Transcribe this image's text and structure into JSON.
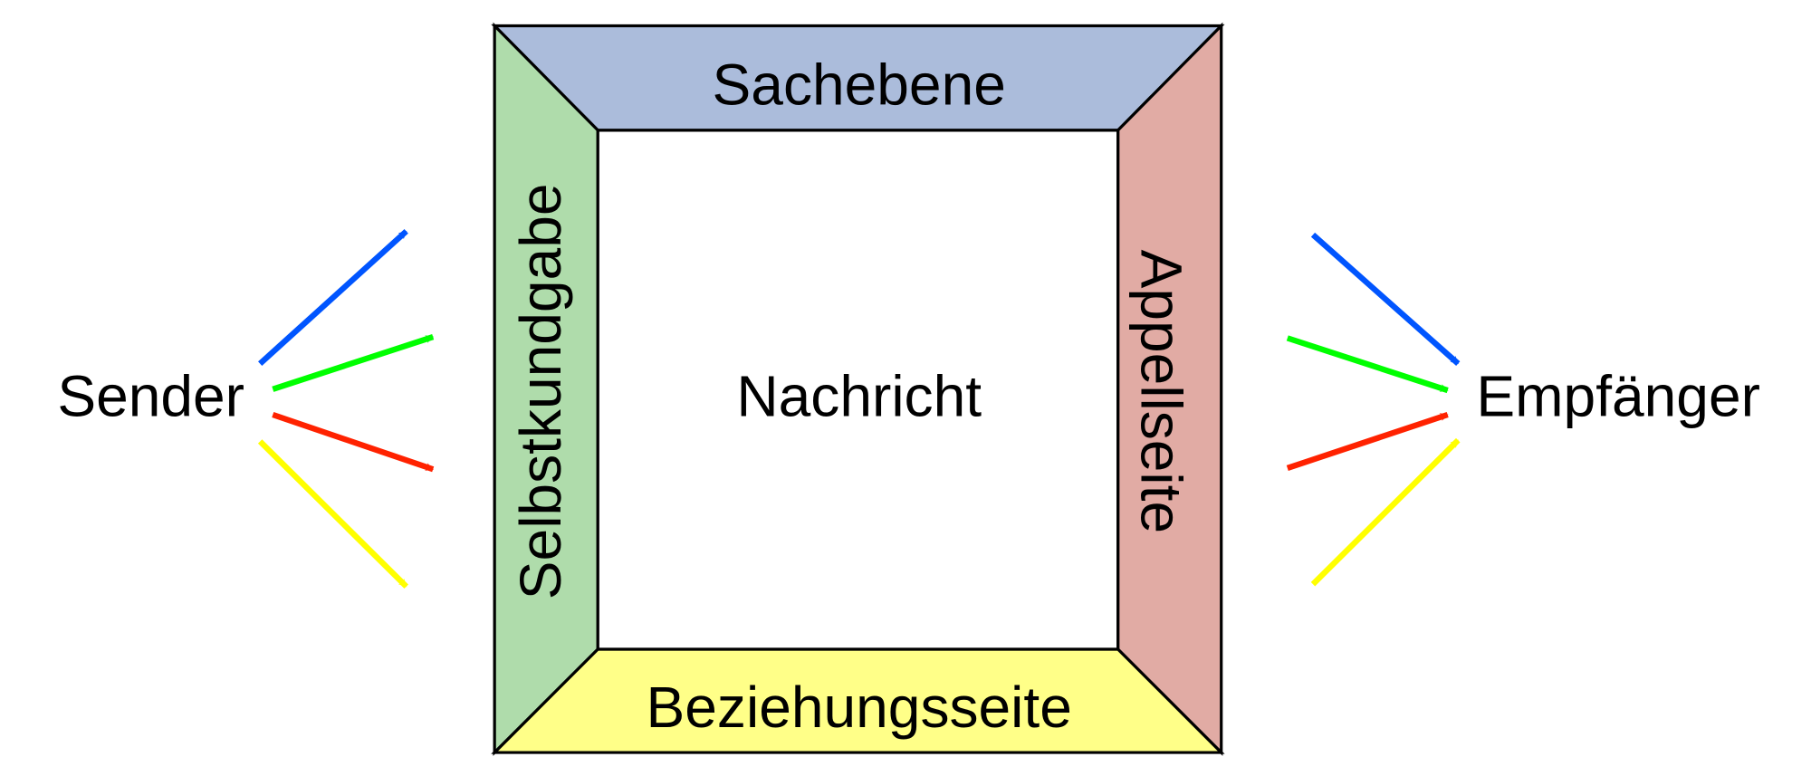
{
  "sender": "Sender",
  "receiver": "Empfänger",
  "message": "Nachricht",
  "sides": {
    "top": "Sachebene",
    "left": "Selbstkundgabe",
    "right": "Appellseite",
    "bottom": "Beziehungsseite"
  },
  "colors": {
    "top": "#abbcdb",
    "left": "#afdcab",
    "right": "#e1aba4",
    "bottom": "#ffff88",
    "arrow_blue": "#0055ff",
    "arrow_green": "#00ff00",
    "arrow_red": "#ff2200",
    "arrow_yellow": "#ffff00"
  }
}
